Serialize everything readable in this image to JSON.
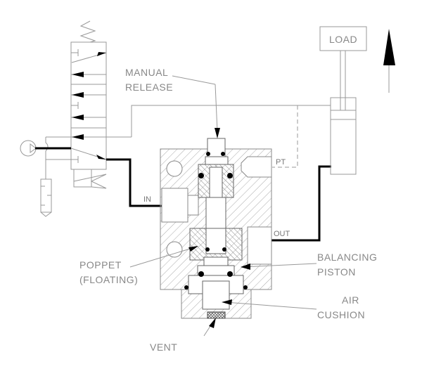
{
  "labels": {
    "manual_release": [
      "MANUAL",
      "RELEASE"
    ],
    "poppet": [
      "POPPET",
      "(FLOATING)"
    ],
    "balancing_piston": [
      "BALANCING",
      "PISTON"
    ],
    "air_cushion": [
      "AIR",
      "CUSHION"
    ],
    "vent": "VENT",
    "load": "LOAD",
    "port_in": "IN",
    "port_out": "OUT",
    "port_pt": "PT"
  },
  "colors": {
    "line": "#999999",
    "pressure_line": "#000000",
    "text": "#888888"
  }
}
